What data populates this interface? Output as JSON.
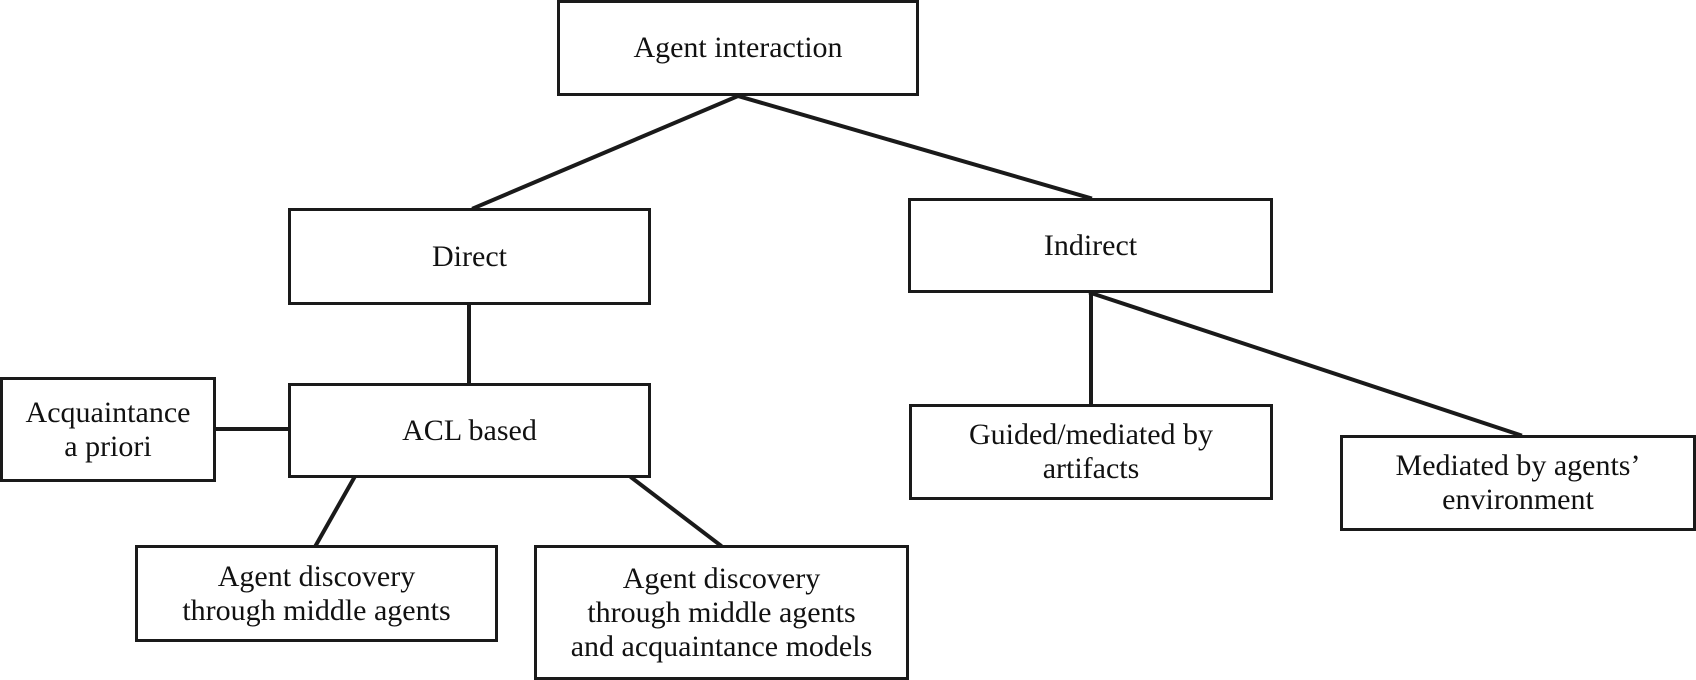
{
  "diagram": {
    "nodes": {
      "root": "Agent interaction",
      "direct": "Direct",
      "indirect": "Indirect",
      "acl": "ACL based",
      "acquaintance": "Acquaintance\na priori",
      "discovery_middle": "Agent discovery\nthrough middle agents",
      "discovery_middle_acq": "Agent discovery\nthrough middle agents\nand acquaintance models",
      "guided": "Guided/mediated by\nartifacts",
      "mediated_env": "Mediated by agents’\nenvironment"
    },
    "edges": [
      [
        "root",
        "direct"
      ],
      [
        "root",
        "indirect"
      ],
      [
        "direct",
        "acl"
      ],
      [
        "acquaintance",
        "acl"
      ],
      [
        "acl",
        "discovery_middle"
      ],
      [
        "acl",
        "discovery_middle_acq"
      ],
      [
        "indirect",
        "guided"
      ],
      [
        "indirect",
        "mediated_env"
      ]
    ]
  }
}
